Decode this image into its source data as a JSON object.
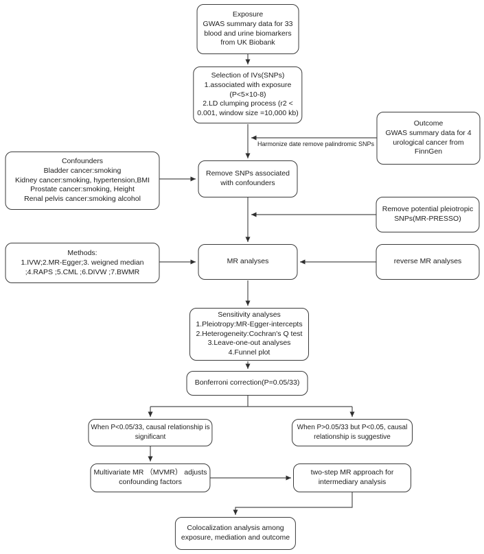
{
  "flowchart": {
    "nodes": {
      "exposure": "Exposure\nGWAS summary data for 33\nblood and urine biomarkers\nfrom UK Biobank",
      "selection": "Selection of IVs(SNPs)\n1.associated with exposure\n(P<5×10-8)\n2.LD clumping process (r2 <\n0.001, window size =10,000 kb)",
      "outcome": "Outcome\nGWAS summary data for 4\nurological cancer from\nFinnGen",
      "confounders": "Confounders\nBladder cancer:smoking\nKidney cancer:smoking, hypertension,BMI\nProstate cancer:smoking, Height\nRenal pelvis cancer:smoking alcohol",
      "remove_snps": "Remove SNPs associated\nwith confounders",
      "mr_presso": "Remove potential pleiotropic\nSNPs(MR-PRESSO)",
      "methods": "Methods:\n1.IVW;2.MR-Egger;3. weigned median\n;4.RAPS ;5.CML ;6.DIVW ;7.BWMR",
      "mr_analyses": "MR analyses",
      "reverse_mr": "reverse MR analyses",
      "sensitivity": "Sensitivity analyses\n1.Pleiotropy:MR-Egger-intercepts\n2.Heterogeneity:Cochran's Q test\n3.Leave-one-out analyses\n4.Funnel plot",
      "bonferroni": "Bonferroni correction(P=0.05/33)",
      "branch_left": "When P<0.05/33, causal relationship is\nsignificant",
      "branch_right": "When P>0.05/33 but P<0.05, causal\nrelationship is suggestive",
      "mvmr": "Multivariate MR （MVMR） adjusts\nconfounding factors",
      "two_step": "two-step MR approach for\nintermediary analysis",
      "coloc": "Colocalization analysis among\nexposure, mediation and outcome"
    },
    "edge_labels": {
      "harmonize": "Harmonize date remove palindromic SNPs"
    },
    "colors": {
      "background": "#ffffff",
      "box_border": "#3a3a3a",
      "connector": "#4d4d4d",
      "text": "#1c1c1c"
    }
  }
}
